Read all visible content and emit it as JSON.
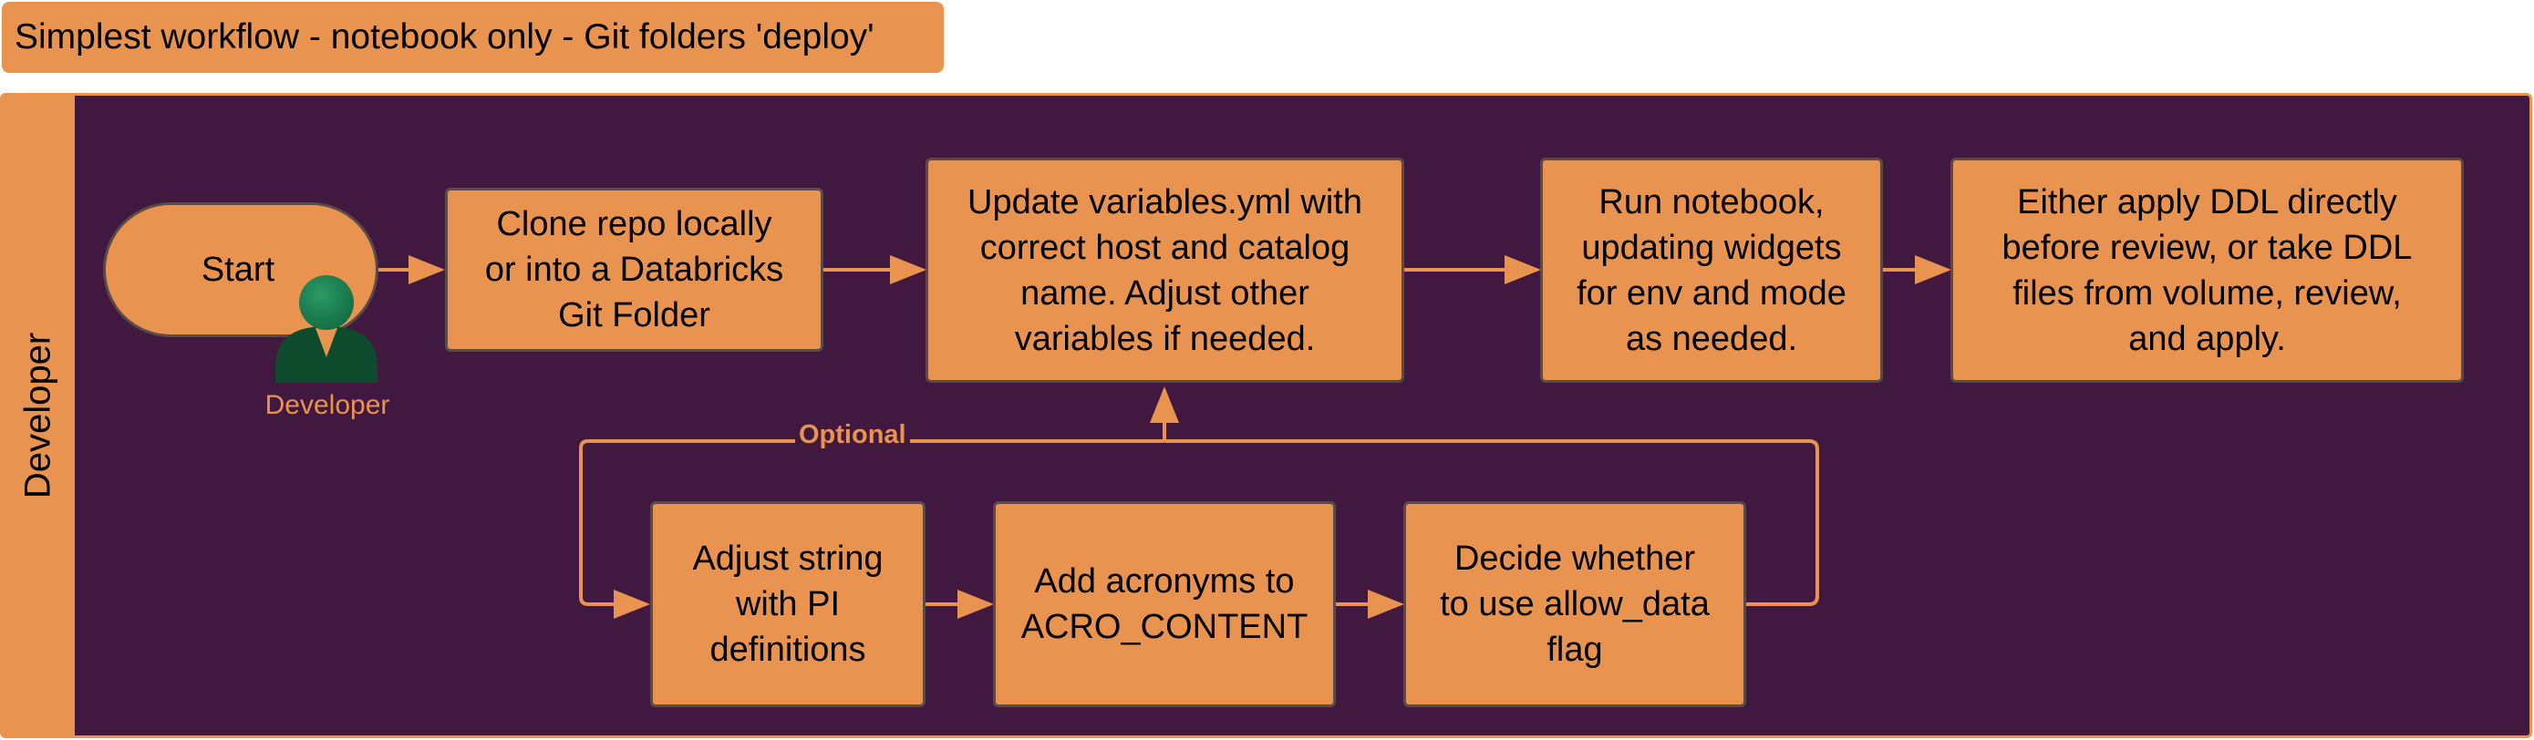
{
  "diagram": {
    "title": "Simplest workflow - notebook only - Git folders 'deploy'",
    "lane_label": "Developer",
    "start_label": "Start",
    "actor_label": "Developer",
    "optional_label": "Optional",
    "steps": [
      "Clone repo locally\nor into a Databricks\nGit Folder",
      "Update variables.yml with\ncorrect host and catalog\nname. Adjust other\nvariables if needed.",
      "Run notebook,\nupdating widgets\nfor env and mode\nas needed.",
      "Either apply DDL directly\nbefore review, or take DDL\nfiles from volume, review,\nand apply.",
      "Adjust string\nwith PI\ndefinitions",
      "Add acronyms to\nACRO_CONTENT",
      "Decide whether\nto use allow_data\nflag"
    ]
  },
  "colors": {
    "lane_fill": "#41183F",
    "node_fill": "#E8934F",
    "node_border": "#5A4A48",
    "connector": "#E8934F",
    "actor_head": "#1B7A4F",
    "actor_body": "#0E4A2C"
  }
}
